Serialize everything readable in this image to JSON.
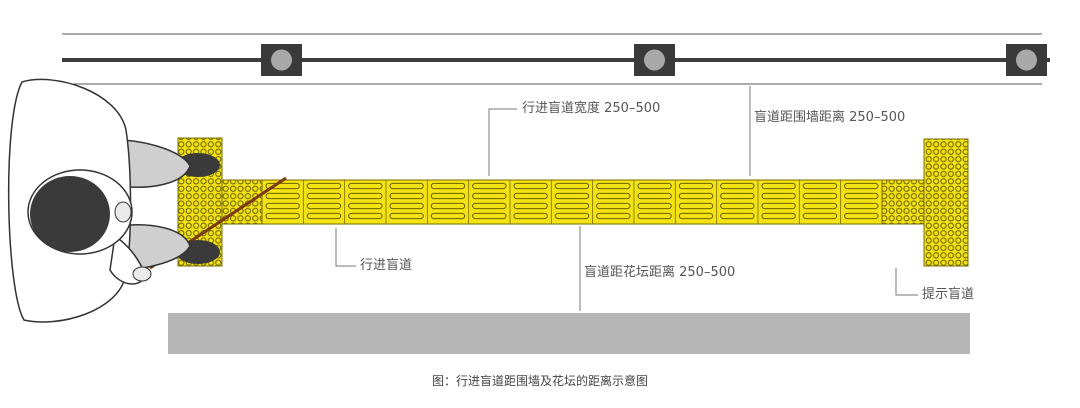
{
  "labels": {
    "walk_width": "行进盲道宽度 250–500",
    "wall_distance": "盲道距围墙距离 250–500",
    "walk_path": "行进盲道",
    "planter_distance": "盲道距花坛距离 250–500",
    "warning_path": "提示盲道"
  },
  "caption": "图：行进盲道距围墙及花坛的距离示意图",
  "colors": {
    "tactile_yellow": "#f3e214",
    "tactile_outline": "#7a6f00",
    "wall_gray": "#4a4a4a",
    "post_fill": "#a9a9a9",
    "planter_gray": "#b7b7b7",
    "cane_brown": "#7a3a14",
    "person_shirt": "#ffffff",
    "person_hair": "#3a3a3a",
    "person_pants": "#cfcfcf"
  },
  "icons": {
    "wall_post": "square-post-with-circle",
    "person": "person-with-white-cane-topview"
  }
}
